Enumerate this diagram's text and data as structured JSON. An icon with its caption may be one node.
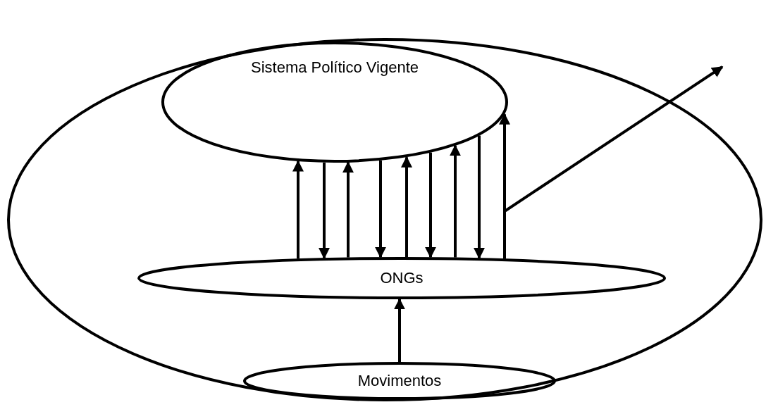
{
  "diagram": {
    "nodes": [
      {
        "text": [],
        "shape": "ellipse"
      },
      {
        "text": [
          "Sistema Político Vigente"
        ],
        "in": 0
      },
      {
        "text": [
          "ONGs"
        ],
        "in": 0
      },
      {
        "text": [
          "Movimentos"
        ],
        "in": 0
      }
    ],
    "edges": [
      {
        "from": 2,
        "to": 1,
        "arrow": "to"
      },
      {
        "from": 1,
        "to": 2,
        "arrow": "to"
      },
      {
        "from": 2,
        "to": 1,
        "arrow": "to"
      },
      {
        "from": 1,
        "to": 2,
        "arrow": "to"
      },
      {
        "from": 2,
        "to": 1,
        "arrow": "to"
      },
      {
        "from": 1,
        "to": 2,
        "arrow": "to"
      },
      {
        "from": 2,
        "to": 1,
        "arrow": "to"
      },
      {
        "from": 1,
        "to": 2,
        "arrow": "to"
      },
      {
        "from": 2,
        "to": 1,
        "arrow": "to"
      },
      {
        "from": 2,
        "to": null,
        "arrow": "to"
      },
      {
        "from": 3,
        "to": 2,
        "arrow": "to"
      }
    ]
  }
}
